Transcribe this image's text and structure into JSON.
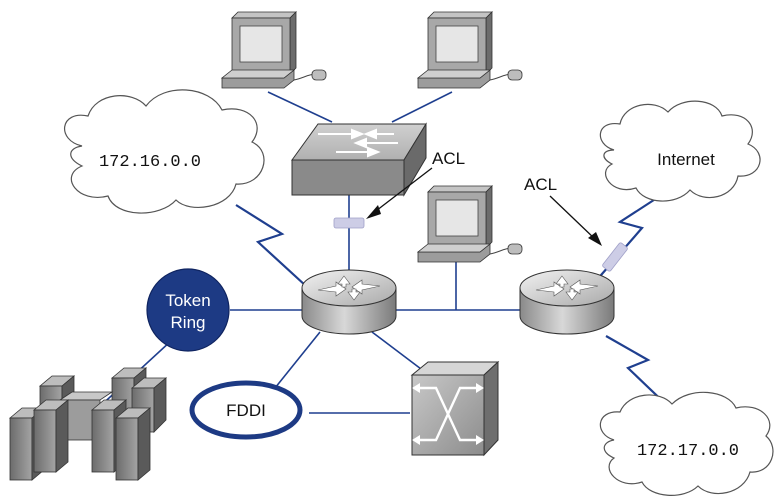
{
  "labels": {
    "cloud_left": "172.16.0.0",
    "cloud_internet": "Internet",
    "cloud_bottom": "172.17.0.0",
    "acl_switch": "ACL",
    "acl_router": "ACL",
    "token_ring_line1": "Token",
    "token_ring_line2": "Ring",
    "fddi": "FDDI"
  },
  "colors": {
    "link": "#1f3f8f",
    "token_ring": "#1d3a84",
    "acl_marker": "#cdcde6",
    "device_gray": "#9a9a9a"
  },
  "icons": {
    "workstation": "desktop-computer-icon",
    "switch": "workgroup-switch-icon",
    "router": "router-icon",
    "atm_switch": "atm-switch-icon",
    "mainframe": "mainframe-icon",
    "cloud": "network-cloud-icon"
  }
}
